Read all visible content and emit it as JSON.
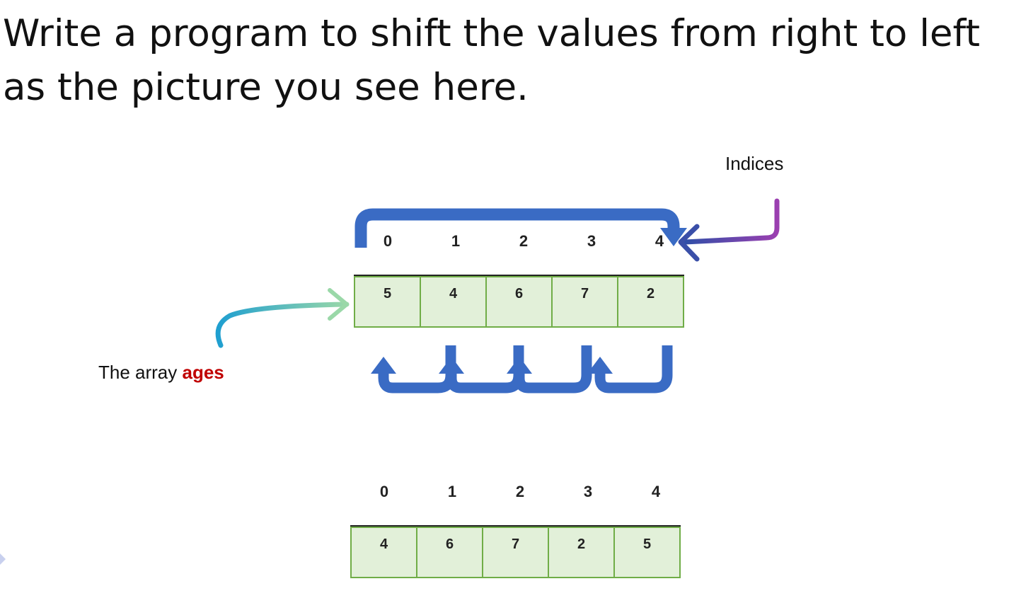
{
  "title": "Write a program to shift the values from right to left as the picture you see here.",
  "labels": {
    "indices": "Indices",
    "array_prefix": "The array ",
    "array_name": "ages"
  },
  "colors": {
    "cell_fill": "#e2f0d9",
    "cell_border": "#70ad47",
    "shift_arrow": "#3a6bc4",
    "array_name": "#c00000"
  },
  "before": {
    "indices": [
      "0",
      "1",
      "2",
      "3",
      "4"
    ],
    "values": [
      "5",
      "4",
      "6",
      "7",
      "2"
    ]
  },
  "after": {
    "indices": [
      "0",
      "1",
      "2",
      "3",
      "4"
    ],
    "values": [
      "4",
      "6",
      "7",
      "2",
      "5"
    ]
  }
}
